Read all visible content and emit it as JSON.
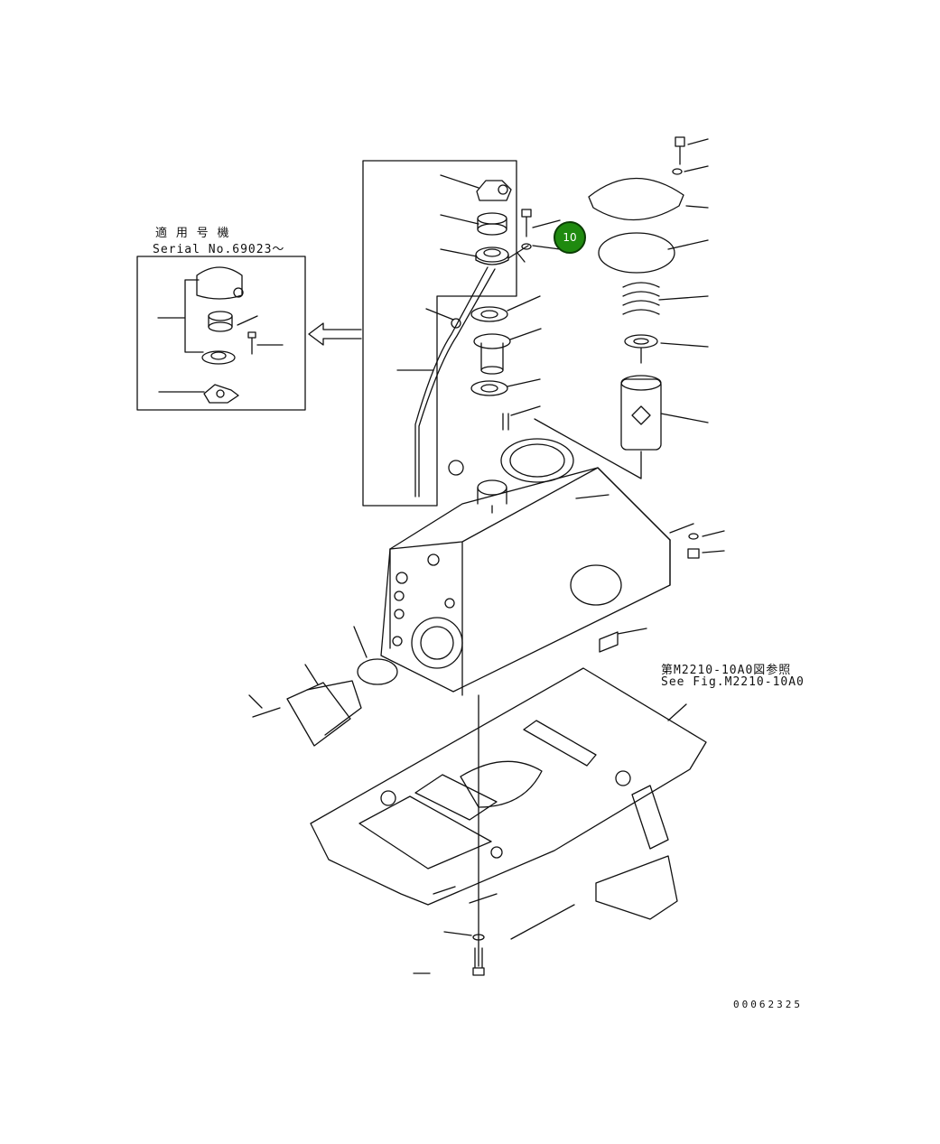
{
  "inset_caption": {
    "line1": "適 用 号 機",
    "line2": "Serial No.69023～"
  },
  "reference_note": {
    "jp": "第M2210-10A0図参照",
    "en": "See Fig.M2210-10A0"
  },
  "callout": {
    "label": "10",
    "color": "#1f8a0f"
  },
  "drawing_number": "00062325",
  "icons": [
    "arrow-left-icon"
  ]
}
